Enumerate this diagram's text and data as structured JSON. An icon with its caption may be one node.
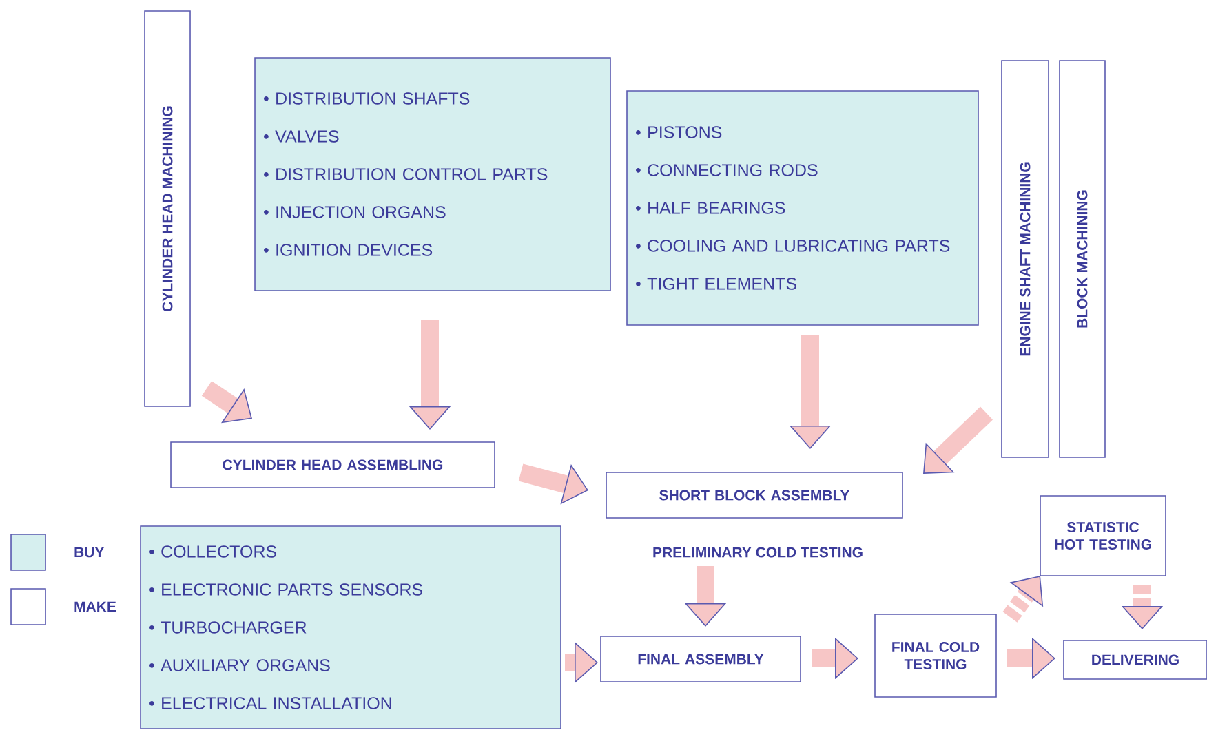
{
  "diagram": {
    "nodes": [
      {
        "text": [
          "CYLINDER HEAD MACHINING"
        ]
      },
      {
        "text": [
          "• DISTRIBUTION SHAFTS",
          "• VALVES",
          "• DISTRIBUTION CONTROL PARTS",
          "• INJECTION ORGANS",
          "• IGNITION DEVICES"
        ]
      },
      {
        "text": [
          "• PISTONS",
          "• CONNECTING RODS",
          "• HALF BEARINGS",
          "• COOLING AND LUBRICATING PARTS",
          "• TIGHT ELEMENTS"
        ]
      },
      {
        "text": [
          "ENGINE SHAFT MACHINING"
        ]
      },
      {
        "text": [
          "BLOCK MACHINING"
        ]
      },
      {
        "text": [
          "CYLINDER HEAD ASSEMBLING"
        ]
      },
      {
        "text": [
          "SHORT BLOCK ASSEMBLY"
        ]
      },
      {
        "text": [
          "PRELIMINARY COLD TESTING"
        ]
      },
      {
        "text": [
          "STATISTIC HOT TESTING"
        ]
      },
      {
        "text": [
          "• COLLECTORS",
          "• ELECTRONIC PARTS SENSORS",
          "• TURBOCHARGER",
          "• AUXILIARY ORGANS",
          "• ELECTRICAL INSTALLATION"
        ]
      },
      {
        "text": [
          "FINAL ASSEMBLY"
        ]
      },
      {
        "text": [
          "FINAL COLD TESTING"
        ]
      },
      {
        "text": [
          "DELIVERING"
        ]
      }
    ],
    "edges": [
      {
        "from": 0,
        "to": 5,
        "arrow": "to"
      },
      {
        "from": 1,
        "to": 5,
        "arrow": "to"
      },
      {
        "from": 5,
        "to": 6,
        "arrow": "to"
      },
      {
        "from": 2,
        "to": 6,
        "arrow": "to"
      },
      {
        "from": 3,
        "to": 6,
        "arrow": "to"
      },
      {
        "from": 7,
        "to": 10,
        "arrow": "to"
      },
      {
        "from": 9,
        "to": 10,
        "arrow": "to"
      },
      {
        "from": 10,
        "to": 11,
        "arrow": "to"
      },
      {
        "from": 11,
        "to": 8,
        "arrow": "to",
        "style": "dashed"
      },
      {
        "from": 8,
        "to": 12,
        "arrow": "to",
        "style": "dashed"
      },
      {
        "from": 11,
        "to": 12,
        "arrow": "to"
      }
    ],
    "legend": [
      {
        "text": "BUY",
        "color": "#d6efef"
      },
      {
        "text": "MAKE"
      }
    ]
  }
}
